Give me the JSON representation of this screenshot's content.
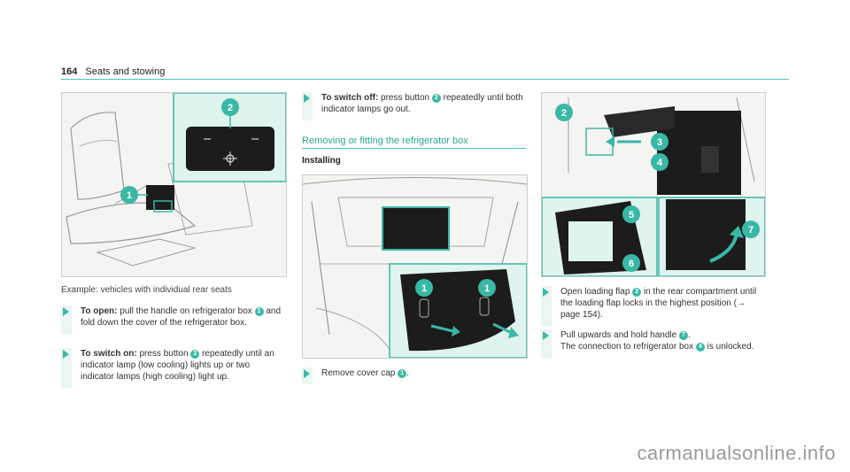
{
  "header": {
    "page_number": "164",
    "section": "Seats and stowing"
  },
  "left_column": {
    "figure_callouts": [
      "2",
      "1"
    ],
    "caption": "Example: vehicles with individual rear seats",
    "steps": [
      {
        "lead": "To open:",
        "text_a": " pull the handle on refrigerator box ",
        "num": "1",
        "text_b": " and fold down the cover of the refrigerator box."
      },
      {
        "lead": "To switch on:",
        "text_a": " press button ",
        "num": "2",
        "text_b": " repeatedly until an indicator lamp (low cooling) lights up or two indicator lamps (high cooling) light up."
      }
    ]
  },
  "middle_column": {
    "step_off": {
      "lead": "To switch off:",
      "text_a": " press button ",
      "num": "2",
      "text_b": " repeatedly until both indicator lamps go out."
    },
    "section_title": "Removing or fitting the refrigerator box",
    "subheading": "Installing",
    "figure_callouts": [
      "1",
      "1"
    ],
    "step_remove": {
      "text_a": "Remove cover cap ",
      "num": "1",
      "text_b": "."
    }
  },
  "right_column": {
    "figure_callouts": [
      "2",
      "3",
      "4",
      "5",
      "6",
      "7"
    ],
    "steps": [
      {
        "text_a": "Open loading flap ",
        "num": "2",
        "text_b": " in the rear compartment until the loading flap locks in the highest position (→ page 154)."
      },
      {
        "text_a": "Pull upwards and hold handle ",
        "num": "7",
        "text_b": ".",
        "text_c": "The connection to refrigerator box ",
        "num2": "4",
        "text_d": " is unlocked."
      }
    ]
  },
  "watermark": "carmanualsonline.info",
  "colors": {
    "accent": "#3ab8a6",
    "panel": "#1c1c1c"
  }
}
